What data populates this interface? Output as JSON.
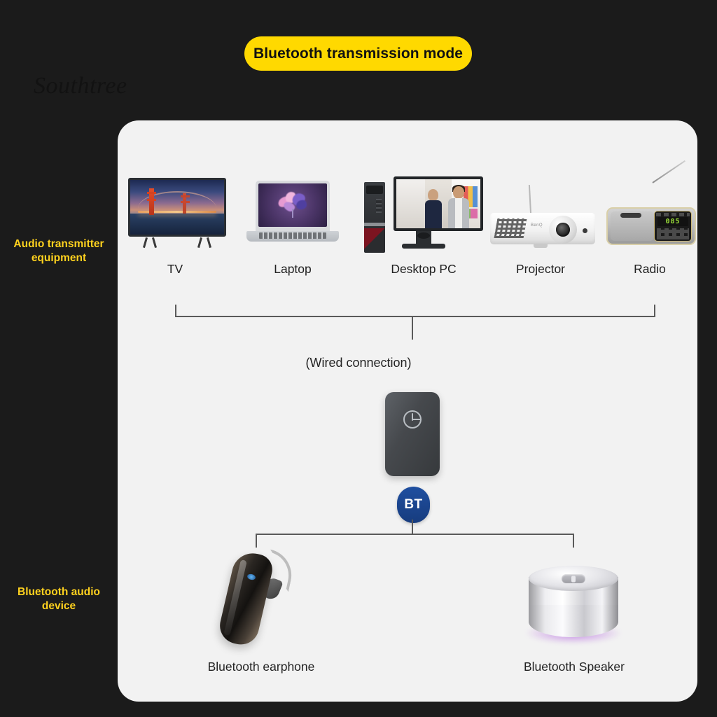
{
  "page": {
    "background_color": "#1b1b1b",
    "card_color": "#f2f2f2",
    "accent_yellow": "#FFD900",
    "bt_blue": "#1f4fa0"
  },
  "header": {
    "title": "Bluetooth transmission mode",
    "brand": "Southtree"
  },
  "labels": {
    "transmitter": "Audio transmitter equipment",
    "bt_device": "Bluetooth audio device",
    "wired_connection": "(Wired connection)",
    "bt_badge": "BT"
  },
  "transmitters": [
    {
      "name": "TV",
      "icon": "tv-icon"
    },
    {
      "name": "Laptop",
      "icon": "laptop-icon"
    },
    {
      "name": "Desktop PC",
      "icon": "desktop-pc-icon"
    },
    {
      "name": "Projector",
      "icon": "projector-icon"
    },
    {
      "name": "Radio",
      "icon": "radio-icon"
    }
  ],
  "receivers": [
    {
      "name": "Bluetooth earphone",
      "icon": "bluetooth-earphone-icon"
    },
    {
      "name": "Bluetooth Speaker",
      "icon": "bluetooth-speaker-icon"
    }
  ],
  "adapter": {
    "icon": "bluetooth-adapter-device",
    "button": "power-button-icon"
  },
  "radio_display": "085",
  "projector_brand": "BenQ"
}
